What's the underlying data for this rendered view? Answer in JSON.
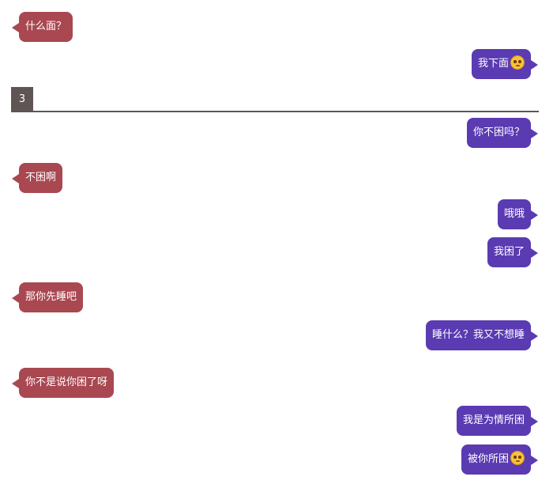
{
  "colors": {
    "incoming_bubble": "#a94851",
    "outgoing_bubble": "#5a3bb2",
    "divider": "#5f5555"
  },
  "divider": {
    "label": "3"
  },
  "messages": [
    {
      "side": "left",
      "text": "什么面？"
    },
    {
      "side": "right",
      "text": "我下面",
      "icon": "blushing-face-emoji-icon"
    },
    {
      "side": "right",
      "text": "你不困吗？"
    },
    {
      "side": "left",
      "text": "不困啊"
    },
    {
      "side": "right",
      "text": "哦哦"
    },
    {
      "side": "right",
      "text": "我困了"
    },
    {
      "side": "left",
      "text": "那你先睡吧"
    },
    {
      "side": "right",
      "text": "睡什么？我又不想睡"
    },
    {
      "side": "left",
      "text": "你不是说你困了呀"
    },
    {
      "side": "right",
      "text": "我是为情所困"
    },
    {
      "side": "right",
      "text": "被你所困",
      "icon": "blushing-face-emoji-icon"
    }
  ]
}
